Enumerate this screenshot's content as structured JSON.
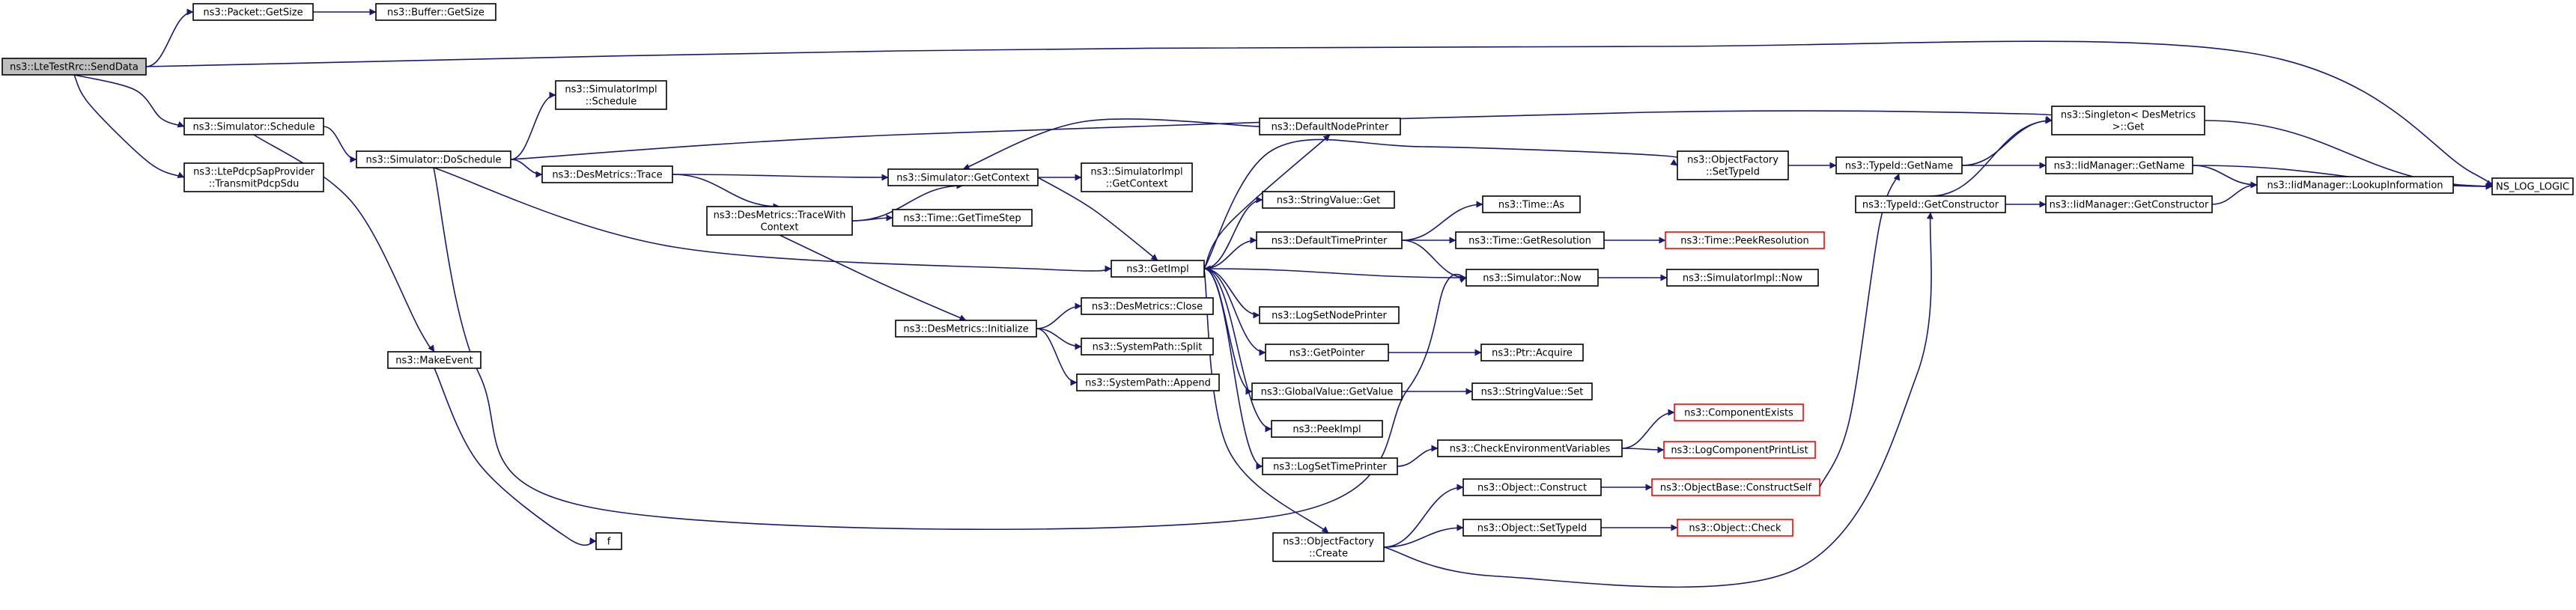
{
  "graph": {
    "edge_color": "#191970",
    "external_border_color": "#ff0000",
    "start_fill": "#bfbfbf",
    "nodes": {
      "sendData": {
        "lines": [
          "ns3::LteTestRrc::SendData"
        ],
        "style": "start"
      },
      "packetGetSize": {
        "lines": [
          "ns3::Packet::GetSize"
        ]
      },
      "bufferGetSize": {
        "lines": [
          "ns3::Buffer::GetSize"
        ]
      },
      "nsLogLogic": {
        "lines": [
          "NS_LOG_LOGIC"
        ]
      },
      "simSchedule": {
        "lines": [
          "ns3::Simulator::Schedule"
        ]
      },
      "transmitPdcpSdu": {
        "lines": [
          "ns3::LtePdcpSapProvider",
          "::TransmitPdcpSdu"
        ]
      },
      "doSchedule": {
        "lines": [
          "ns3::Simulator::DoSchedule"
        ]
      },
      "makeEvent": {
        "lines": [
          "ns3::MakeEvent"
        ]
      },
      "f": {
        "lines": [
          "f"
        ]
      },
      "simImplSchedule": {
        "lines": [
          "ns3::SimulatorImpl",
          "::Schedule"
        ]
      },
      "singleton": {
        "lines": [
          "ns3::Singleton< DesMetrics",
          " >::Get"
        ]
      },
      "desTrace": {
        "lines": [
          "ns3::DesMetrics::Trace"
        ]
      },
      "traceWithContext": {
        "lines": [
          "ns3::DesMetrics::TraceWith",
          "Context"
        ]
      },
      "getContext": {
        "lines": [
          "ns3::Simulator::GetContext"
        ]
      },
      "simImplGetContext": {
        "lines": [
          "ns3::SimulatorImpl",
          "::GetContext"
        ]
      },
      "getTimeStep": {
        "lines": [
          "ns3::Time::GetTimeStep"
        ]
      },
      "desInitialize": {
        "lines": [
          "ns3::DesMetrics::Initialize"
        ]
      },
      "desClose": {
        "lines": [
          "ns3::DesMetrics::Close"
        ]
      },
      "sysSplit": {
        "lines": [
          "ns3::SystemPath::Split"
        ]
      },
      "sysAppend": {
        "lines": [
          "ns3::SystemPath::Append"
        ]
      },
      "getImpl": {
        "lines": [
          "ns3::GetImpl"
        ]
      },
      "defaultNodePrinter": {
        "lines": [
          "ns3::DefaultNodePrinter"
        ]
      },
      "stringValueGet": {
        "lines": [
          "ns3::StringValue::Get"
        ]
      },
      "defaultTimePrinter": {
        "lines": [
          "ns3::DefaultTimePrinter"
        ]
      },
      "logSetNodePrinter": {
        "lines": [
          "ns3::LogSetNodePrinter"
        ]
      },
      "getPointer": {
        "lines": [
          "ns3::GetPointer"
        ]
      },
      "globalGetValue": {
        "lines": [
          "ns3::GlobalValue::GetValue"
        ]
      },
      "peekImpl": {
        "lines": [
          "ns3::PeekImpl"
        ]
      },
      "logSetTimePrinter": {
        "lines": [
          "ns3::LogSetTimePrinter"
        ]
      },
      "objFactoryCreate": {
        "lines": [
          "ns3::ObjectFactory",
          "::Create"
        ]
      },
      "timeAs": {
        "lines": [
          "ns3::Time::As"
        ]
      },
      "getResolution": {
        "lines": [
          "ns3::Time::GetResolution"
        ]
      },
      "peekResolution": {
        "lines": [
          "ns3::Time::PeekResolution"
        ],
        "style": "ext"
      },
      "simNow": {
        "lines": [
          "ns3::Simulator::Now"
        ]
      },
      "simImplNow": {
        "lines": [
          "ns3::SimulatorImpl::Now"
        ]
      },
      "ptrAcquire": {
        "lines": [
          "ns3::Ptr::Acquire"
        ]
      },
      "stringValueSet": {
        "lines": [
          "ns3::StringValue::Set"
        ]
      },
      "checkEnv": {
        "lines": [
          "ns3::CheckEnvironmentVariables"
        ]
      },
      "componentExists": {
        "lines": [
          "ns3::ComponentExists"
        ],
        "style": "ext"
      },
      "logCompPrint": {
        "lines": [
          "ns3::LogComponentPrintList"
        ],
        "style": "ext"
      },
      "objConstruct": {
        "lines": [
          "ns3::Object::Construct"
        ]
      },
      "objSetTypeId": {
        "lines": [
          "ns3::Object::SetTypeId"
        ]
      },
      "constructSelf": {
        "lines": [
          "ns3::ObjectBase::ConstructSelf"
        ],
        "style": "ext"
      },
      "objCheck": {
        "lines": [
          "ns3::Object::Check"
        ],
        "style": "ext"
      },
      "factorySetTypeId": {
        "lines": [
          "ns3::ObjectFactory",
          "::SetTypeId"
        ]
      },
      "typeIdGetName": {
        "lines": [
          "ns3::TypeId::GetName"
        ]
      },
      "typeIdGetConstructor": {
        "lines": [
          "ns3::TypeId::GetConstructor"
        ]
      },
      "iidGetName": {
        "lines": [
          "ns3::IidManager::GetName"
        ]
      },
      "iidGetConstructor": {
        "lines": [
          "ns3::IidManager::GetConstructor"
        ]
      },
      "iidLookup": {
        "lines": [
          "ns3::IidManager::LookupInformation"
        ]
      }
    }
  }
}
